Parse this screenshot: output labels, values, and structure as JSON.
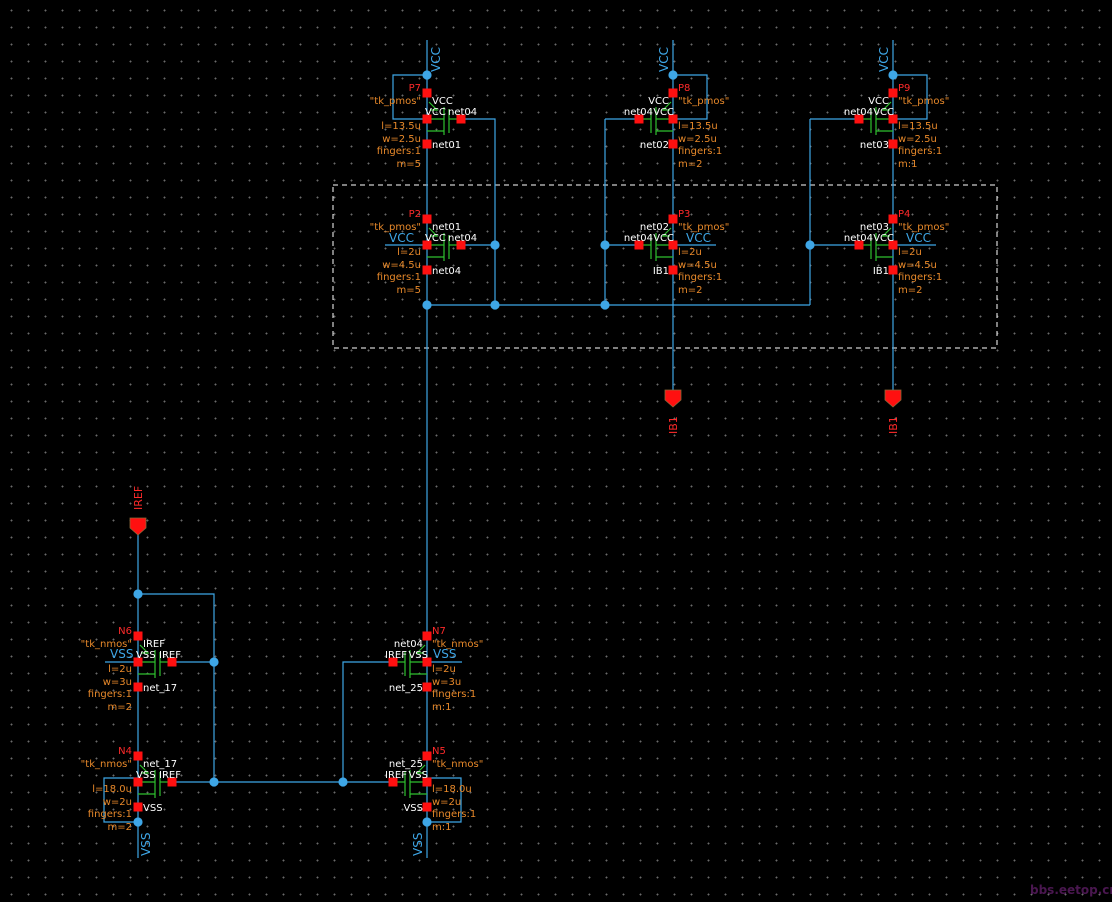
{
  "colors": {
    "background": "#000000",
    "wire": "#3ea6e6",
    "device": "#2fc02f",
    "instance_name": "#ff2a2a",
    "parameter": "#e8892a",
    "pin_label": "#ffffff",
    "pin_square": "#ff1010",
    "selection_box": "#ffffff"
  },
  "instances": [
    {
      "name": "P7",
      "model": "\"tk_pmos\"",
      "top": "VCC",
      "src": "VCC",
      "gate": "net04",
      "drain": "net01",
      "l": "l=13.5u",
      "w": "w=2.5u",
      "fingers": "fingers:1",
      "m": "m=5"
    },
    {
      "name": "P2",
      "model": "\"tk_pmos\"",
      "top": "net01",
      "src": "VCC",
      "gate": "net04",
      "drain": "net04",
      "l": "l=2u",
      "w": "w=4.5u",
      "fingers": "fingers:1",
      "m": "m=5"
    },
    {
      "name": "P8",
      "model": "\"tk_pmos\"",
      "top": "VCC",
      "src": "VCC",
      "gate": "net04",
      "drain": "net02",
      "l": "l=13.5u",
      "w": "w=2.5u",
      "fingers": "fingers:1",
      "m": "m=2"
    },
    {
      "name": "P3",
      "model": "\"tk_pmos\"",
      "top": "net02",
      "src": "VCC",
      "gate": "net04",
      "drain": "IB1",
      "l": "l=2u",
      "w": "w=4.5u",
      "fingers": "fingers:1",
      "m": "m=2"
    },
    {
      "name": "P9",
      "model": "\"tk_pmos\"",
      "top": "VCC",
      "src": "VCC",
      "gate": "net04",
      "drain": "net03",
      "l": "l=13.5u",
      "w": "w=2.5u",
      "fingers": "fingers:1",
      "m": "m:1"
    },
    {
      "name": "P4",
      "model": "\"tk_pmos\"",
      "top": "net03",
      "src": "VCC",
      "gate": "net04",
      "drain": "IB1",
      "l": "l=2u",
      "w": "w=4.5u",
      "fingers": "fingers:1",
      "m": "m=2"
    },
    {
      "name": "N6",
      "model": "\"tk_nmos\"",
      "top": "IREF",
      "src": "VSS",
      "gate": "IREF",
      "drain": "net_17",
      "l": "l=2u",
      "w": "w=3u",
      "fingers": "fingers:1",
      "m": "m=2"
    },
    {
      "name": "N4",
      "model": "\"tk_nmos\"",
      "top": "net_17",
      "src": "VSS",
      "gate": "IREF",
      "drain": "VSS",
      "l": "l=18.0u",
      "w": "w=2u",
      "fingers": "fingers:1",
      "m": "m=2"
    },
    {
      "name": "N7",
      "model": "\"tk_nmos\"",
      "top": "net04",
      "src": "VSS",
      "gate": "IREF",
      "drain": "net_25",
      "l": "l=2u",
      "w": "w=3u",
      "fingers": "fingers:1",
      "m": "m:1"
    },
    {
      "name": "N5",
      "model": "\"tk_nmos\"",
      "top": "net_25",
      "src": "VSS",
      "gate": "IREF",
      "drain": "VSS",
      "l": "l=18.0u",
      "w": "w=2u",
      "fingers": "fingers:1",
      "m": "m:1"
    }
  ],
  "net_labels": [
    "VCC",
    "VCC",
    "VCC",
    "VCC",
    "VCC",
    "VCC",
    "VSS",
    "VSS",
    "VSS",
    "VSS"
  ],
  "pins": [
    "IB1",
    "IB1",
    "IREF"
  ],
  "watermark": "bbs.eetop.cn"
}
